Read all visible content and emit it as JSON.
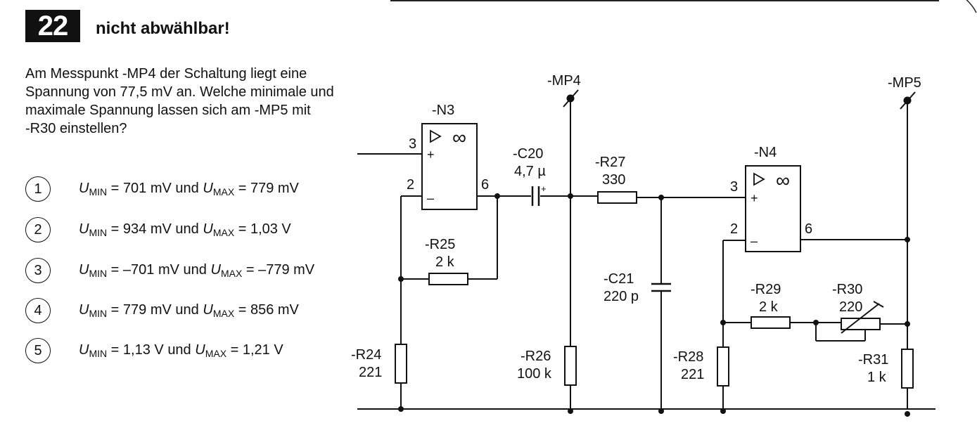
{
  "question": {
    "number": "22",
    "title": "nicht abwählbar!",
    "lines": [
      "Am Messpunkt -MP4 der Schaltung liegt eine",
      "Spannung von 77,5 mV an. Welche minimale und",
      "maximale Spannung lassen sich am -MP5 mit",
      "-R30 einstellen?"
    ]
  },
  "answers": [
    {
      "num": "1",
      "u_min_value": "701 mV",
      "u_max_value": "779 mV"
    },
    {
      "num": "2",
      "u_min_value": "934 mV",
      "u_max_value": "1,03 V"
    },
    {
      "num": "3",
      "u_min_value": "–701 mV",
      "u_max_value": "–779 mV"
    },
    {
      "num": "4",
      "u_min_value": "779 mV",
      "u_max_value": "856 mV"
    },
    {
      "num": "5",
      "u_min_value": "1,13 V",
      "u_max_value": "1,21 V"
    }
  ],
  "formula": {
    "u_symbol": "U",
    "min_sub": "MIN",
    "max_sub": "MAX",
    "connector": "und"
  },
  "circuit": {
    "mp4": "-MP4",
    "mp5": "-MP5",
    "n3": "-N3",
    "n4": "-N4",
    "infinity": "∞",
    "pin3": "3",
    "pin2": "2",
    "pin6": "6",
    "plus": "+",
    "minus": "–",
    "c20_name": "-C20",
    "c20_value": "4,7 µ",
    "r27_name": "-R27",
    "r27_value": "330",
    "r25_name": "-R25",
    "r25_value": "2 k",
    "c21_name": "-C21",
    "c21_value": "220 p",
    "r29_name": "-R29",
    "r29_value": "2 k",
    "r30_name": "-R30",
    "r30_value": "220",
    "r24_name": "-R24",
    "r24_value": "221",
    "r26_name": "-R26",
    "r26_value": "100 k",
    "r28_name": "-R28",
    "r28_value": "221",
    "r31_name": "-R31",
    "r31_value": "1 k"
  }
}
